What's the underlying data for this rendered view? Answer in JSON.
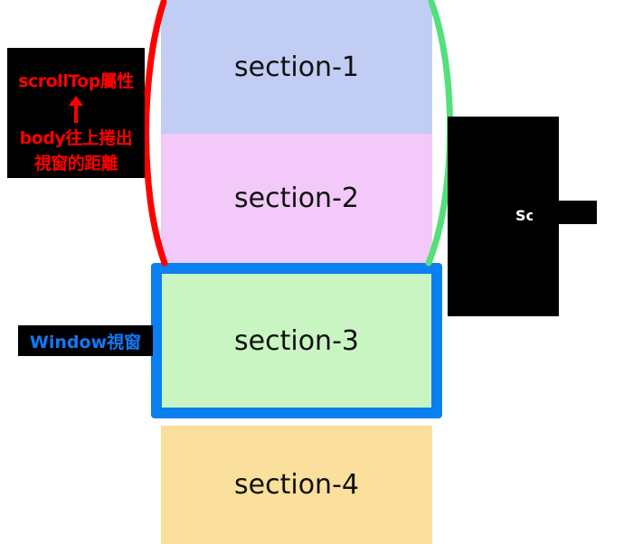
{
  "diagram": {
    "title": "scrollTop / Window viewport scroll diagram",
    "background": "#ffffff"
  },
  "sections": [
    {
      "id": "section-1",
      "label": "section-1",
      "color": "#c2cdf4"
    },
    {
      "id": "section-2",
      "label": "section-2",
      "color": "#f2c9f9"
    },
    {
      "id": "section-3",
      "label": "section-3",
      "color": "#c9f5c2",
      "border_color": "#0a7ff0"
    },
    {
      "id": "section-4",
      "label": "section-4",
      "color": "#fbdf9d"
    }
  ],
  "callouts": {
    "scroll_top": {
      "line1": "scrollTop屬性",
      "arrow": "arrow-up",
      "line2": "body往上捲出",
      "line3": "視窗的距離",
      "text_color": "#fe0000",
      "box_color": "#000000"
    },
    "window": {
      "label": "Window視窗",
      "text_color": "#1179f7",
      "box_color": "#000000"
    },
    "right": {
      "label": "Sc",
      "text_color": "#ffffff",
      "box_color": "#000000"
    }
  },
  "annotations": {
    "left_curve_color": "#fe0000",
    "right_curve_color": "#53e07a"
  }
}
